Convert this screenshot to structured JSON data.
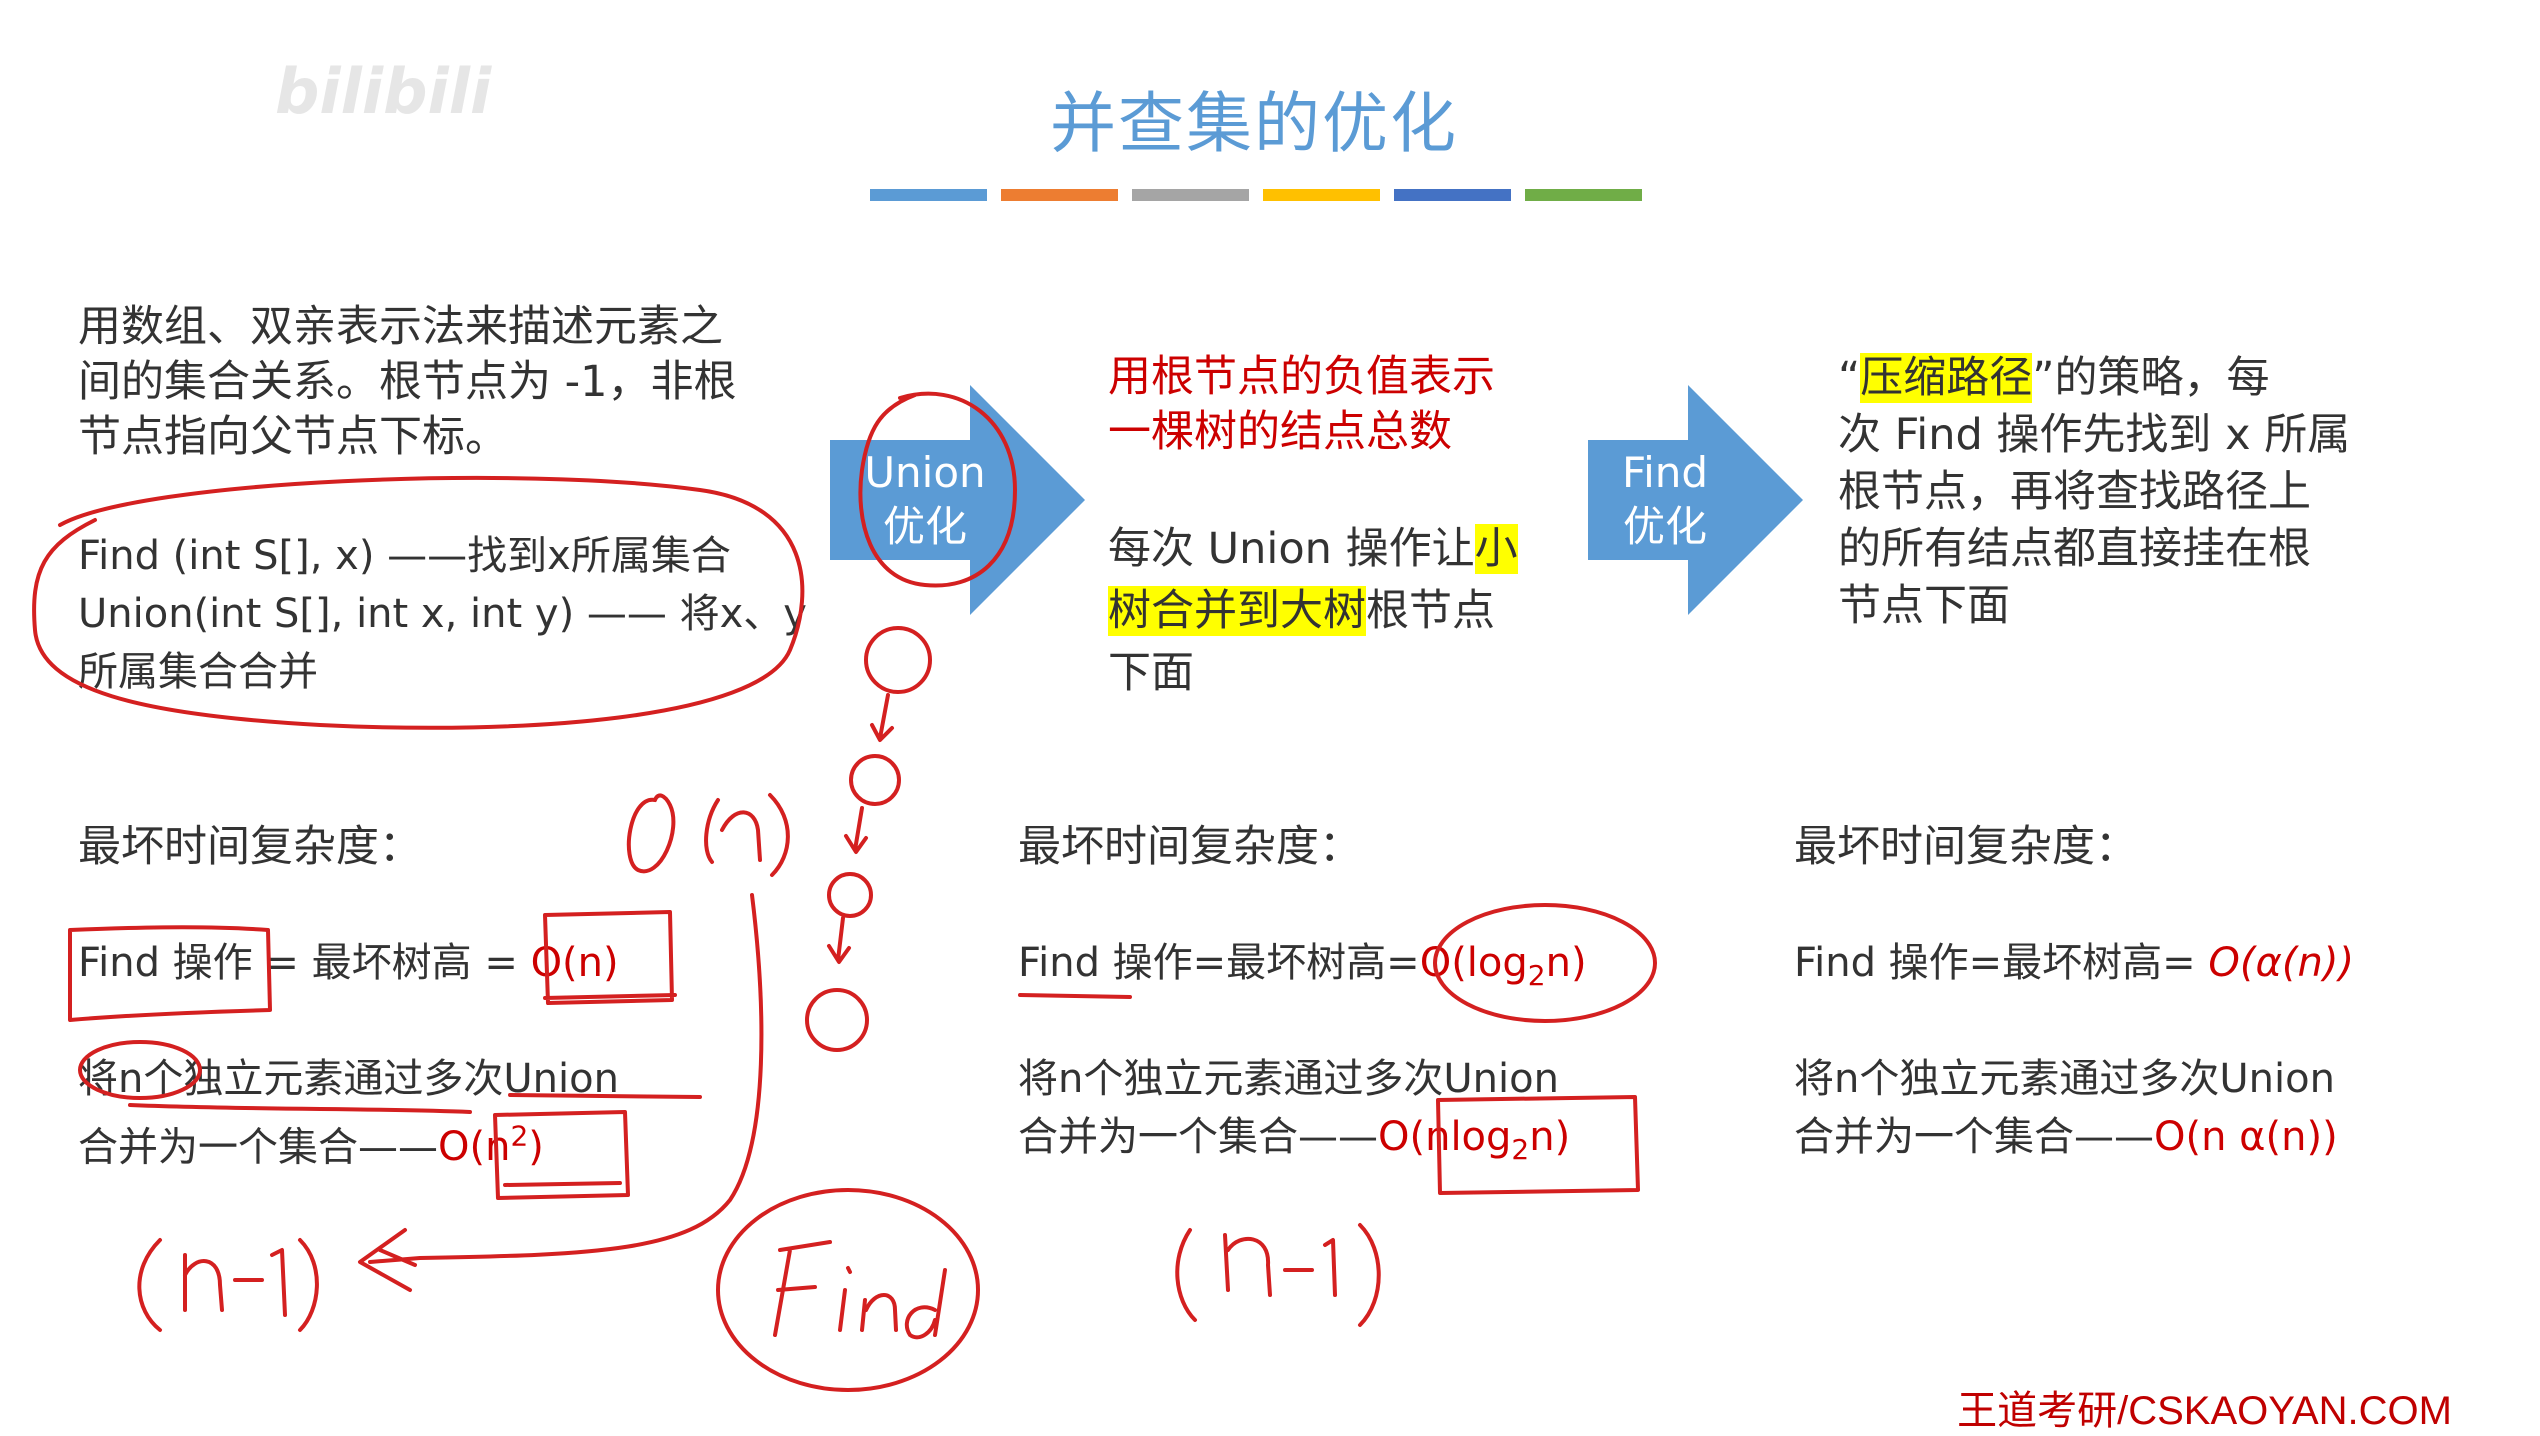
{
  "watermark": "bilibili",
  "header": {
    "title": "并查集的优化",
    "bar_colors": [
      "#5b9bd5",
      "#ed7d31",
      "#a5a5a5",
      "#ffc000",
      "#4472c4",
      "#70ad47"
    ]
  },
  "left": {
    "description": [
      "用数组、双亲表示法来描述元素之",
      "间的集合关系。根节点为 -1，非根",
      "节点指向父节点下标。"
    ],
    "ops": [
      "Find (int S[], x) ——找到x所属集合",
      "Union(int S[], int x, int y) —— 将x、y",
      "所属集合合并"
    ],
    "complexity_title": "最坏时间复杂度：",
    "find_line_prefix": "Find 操作 = 最坏树高 = ",
    "find_line_value": "O(n)",
    "union_line1": "将n个独立元素通过多次Union",
    "union_line2_prefix": "合并为一个集合——",
    "union_line2_value_base": "O(n",
    "union_line2_value_sup": "2",
    "union_line2_value_end": ")"
  },
  "arrow1": {
    "line1": "Union",
    "line2": "优化"
  },
  "middle": {
    "red_text": [
      "用根节点的负值表示",
      "一棵树的结点总数"
    ],
    "desc_l1_before": "每次 Union 操作让",
    "desc_l1_hl": "小",
    "desc_l2_hl": "树合并到大树",
    "desc_l2_after": "根节点",
    "desc_l3": "下面",
    "complexity_title": "最坏时间复杂度：",
    "find_line_prefix": "Find 操作=最坏树高=",
    "find_value_base": "O(log",
    "find_value_sub": "2",
    "find_value_end": "n)",
    "union_line1": "将n个独立元素通过多次Union",
    "union_line2_prefix": "合并为一个集合——",
    "union_value_base": "O(nlog",
    "union_value_sub": "2",
    "union_value_end": "n)"
  },
  "arrow2": {
    "line1": "Find",
    "line2": "优化"
  },
  "right": {
    "desc_l1_q1": "“",
    "desc_l1_hl": "压缩路径",
    "desc_l1_after": "”的策略，每",
    "desc_l2": "次 Find 操作先找到 x 所属",
    "desc_l3": "根节点，再将查找路径上",
    "desc_l4": "的所有结点都直接挂在根",
    "desc_l5": "节点下面",
    "complexity_title": "最坏时间复杂度：",
    "find_line_prefix": "Find 操作=最坏树高= ",
    "find_value": "O(α(n))",
    "union_line1": "将n个独立元素通过多次Union",
    "union_line2_prefix": "合并为一个集合——",
    "union_value": "O(n α(n))"
  },
  "footer": {
    "brand": "王道考研/CSKAOYAN.COM"
  },
  "colors": {
    "title": "#5b9bd5",
    "arrow": "#5b9bd5",
    "red": "#cc0000",
    "highlight": "#ffff00",
    "ink": "#d42020"
  }
}
